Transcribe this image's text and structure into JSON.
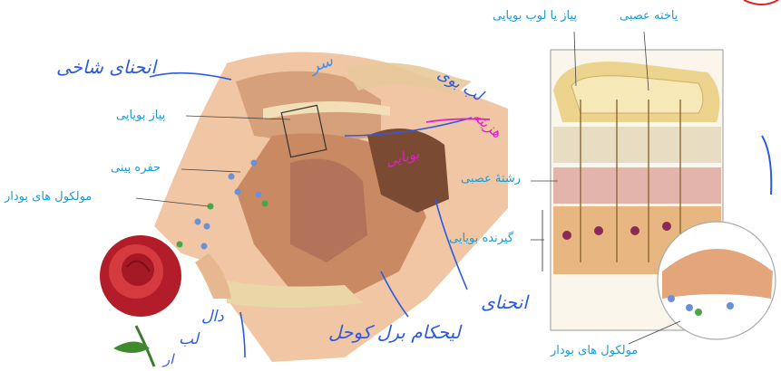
{
  "labels": {
    "olfactory_cell": "یاخته عصبی",
    "olfactory_bulb": "پیاز یا لوب بویایی",
    "bulb": "پیاز بویایی",
    "nasal_cavity": "حفره بینی",
    "odor_molecules_left": "مولکول های بودار",
    "nerve_fiber": "رشتهٔ عصبی",
    "receptor": "گیرنده بویایی",
    "odor_molecules_bottom": "مولکول های بودار"
  },
  "handwriting": {
    "upper_duct": "انحنای شاخی",
    "top_blue": "لب بوی",
    "top_blue2": "سر",
    "magenta1": "هزینه",
    "magenta2": "بویایی",
    "bottom1": "انحنای",
    "bottom2": "لیحکام برل کوحل",
    "bottom_left1": "دال",
    "bottom_left2": "لب",
    "bottom_left3": "ار"
  },
  "colors": {
    "label_blue": "#1a9bd7",
    "ink_blue": "#2b5be0",
    "ink_magenta": "#e020c8",
    "skin": "#e8b48c",
    "rose": "#c8242c"
  }
}
